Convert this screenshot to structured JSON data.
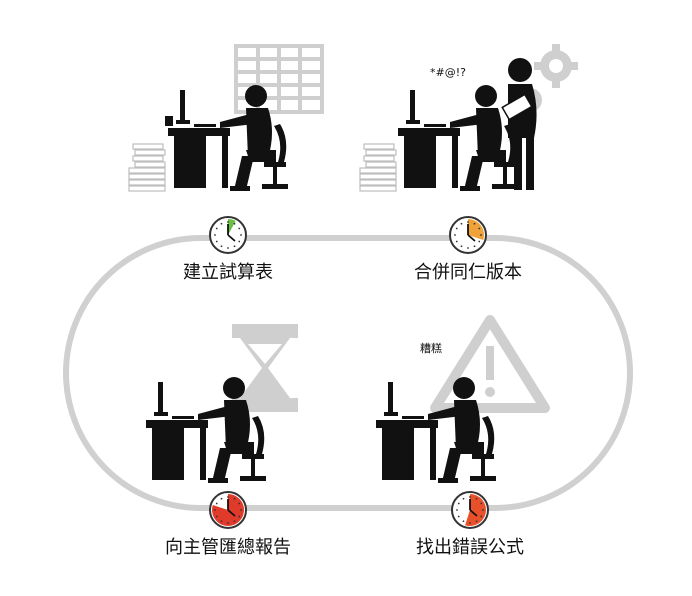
{
  "steps": [
    {
      "label": "建立試算表",
      "clock_color": "#6bbf45",
      "fill_fraction": 0.08
    },
    {
      "label": "合併同仁版本",
      "clock_color": "#f0a23a",
      "fill_fraction": 0.3
    },
    {
      "label": "找出錯誤公式",
      "clock_color": "#e8502a",
      "fill_fraction": 0.55
    },
    {
      "label": "向主管匯總報告",
      "clock_color": "#e03a2a",
      "fill_fraction": 0.8
    }
  ],
  "captions": {
    "swearing": "*#@!?",
    "mess": "糟糕"
  },
  "icons": {
    "background_1": "spreadsheet-grid-icon",
    "background_2": "gears-icon",
    "background_3": "hourglass-icon",
    "background_4": "warning-triangle-icon"
  },
  "colors": {
    "figure": "#111111",
    "track": "#d0d0d0",
    "background_icon": "#cfcfcf"
  }
}
